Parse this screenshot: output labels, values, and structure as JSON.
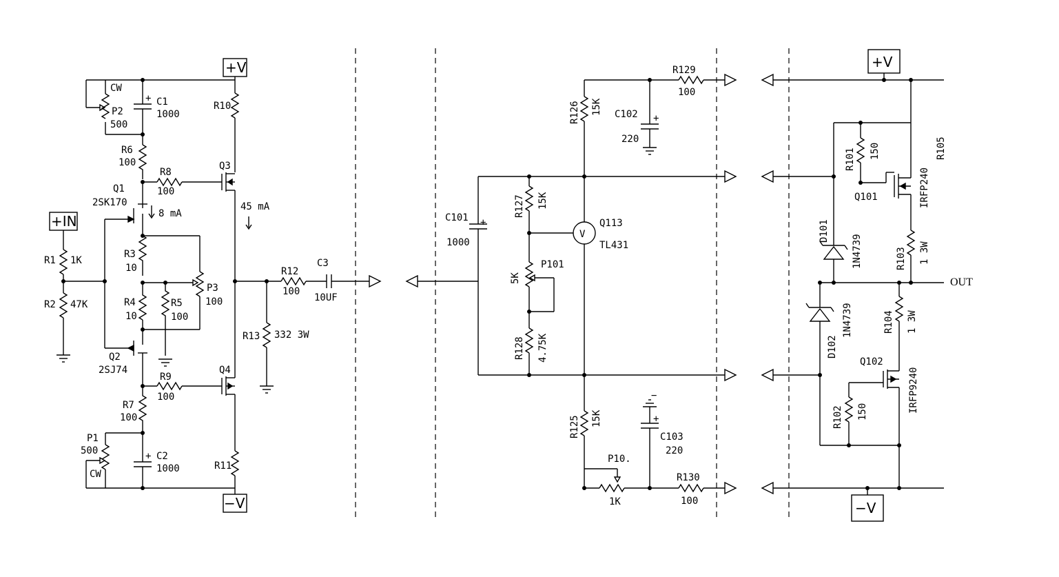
{
  "rails": {
    "pos": "+V",
    "neg": "−V",
    "input": "+IN",
    "output": "OUT"
  },
  "stage1": {
    "P2": {
      "ref": "P2",
      "value": "500",
      "note": "CW"
    },
    "C1": {
      "ref": "C1",
      "value": "1000",
      "pol": "+"
    },
    "R6": {
      "ref": "R6",
      "value": "100"
    },
    "R8": {
      "ref": "R8",
      "value": "100"
    },
    "R10": {
      "ref": "R10"
    },
    "Q3": {
      "ref": "Q3"
    },
    "Q1": {
      "ref": "Q1",
      "part": "2SK170"
    },
    "bias1": "8 mA",
    "bias2": "45 mA",
    "R1": {
      "ref": "R1",
      "value": "1K"
    },
    "R2": {
      "ref": "R2",
      "value": "47K"
    },
    "R3": {
      "ref": "R3",
      "value": "10"
    },
    "R4": {
      "ref": "R4",
      "value": "10"
    },
    "R5": {
      "ref": "R5",
      "value": "100"
    },
    "P3": {
      "ref": "P3",
      "value": "100"
    },
    "R12": {
      "ref": "R12",
      "value": "100"
    },
    "C3": {
      "ref": "C3",
      "value": "10UF"
    },
    "R13": {
      "ref": "R13",
      "value": "332 3W"
    },
    "Q2": {
      "ref": "Q2",
      "part": "2SJ74"
    },
    "R9": {
      "ref": "R9",
      "value": "100"
    },
    "Q4": {
      "ref": "Q4"
    },
    "R7": {
      "ref": "R7",
      "value": "100"
    },
    "P1": {
      "ref": "P1",
      "value": "500",
      "note": "CW"
    },
    "C2": {
      "ref": "C2",
      "value": "1000",
      "pol": "+"
    },
    "R11": {
      "ref": "R11"
    }
  },
  "stage2": {
    "R126": {
      "ref": "R126",
      "value": "15K"
    },
    "C102": {
      "ref": "C102",
      "value": "220",
      "pol": "+"
    },
    "R129": {
      "ref": "R129",
      "value": "100"
    },
    "C101": {
      "ref": "C101",
      "value": "1000",
      "pol": "+"
    },
    "R127": {
      "ref": "R127",
      "value": "15K"
    },
    "Q113": {
      "ref": "Q113",
      "part": "TL431",
      "symbol": "V"
    },
    "P101": {
      "ref": "P101",
      "value": "5K"
    },
    "R128": {
      "ref": "R128",
      "value": "4.75K"
    },
    "R125": {
      "ref": "R125",
      "value": "15K"
    },
    "C103": {
      "ref": "C103",
      "value": "220",
      "pol": "+",
      "neg": "−"
    },
    "P10": {
      "ref": "P10.",
      "value": "1K"
    },
    "R130": {
      "ref": "R130",
      "value": "100"
    }
  },
  "stage3": {
    "R101": {
      "ref": "R101",
      "value": "150"
    },
    "R105": {
      "ref": "R105"
    },
    "Q101": {
      "ref": "Q101",
      "part": "IRFP240"
    },
    "D101": {
      "ref": "D101",
      "part": "1N4739"
    },
    "R103": {
      "ref": "R103",
      "value": "1 3W"
    },
    "D102": {
      "ref": "D102",
      "part": "1N4739"
    },
    "R104": {
      "ref": "R104",
      "value": "1 3W"
    },
    "Q102": {
      "ref": "Q102",
      "part": "IRFP9240"
    },
    "R102": {
      "ref": "R102",
      "value": "150"
    }
  }
}
